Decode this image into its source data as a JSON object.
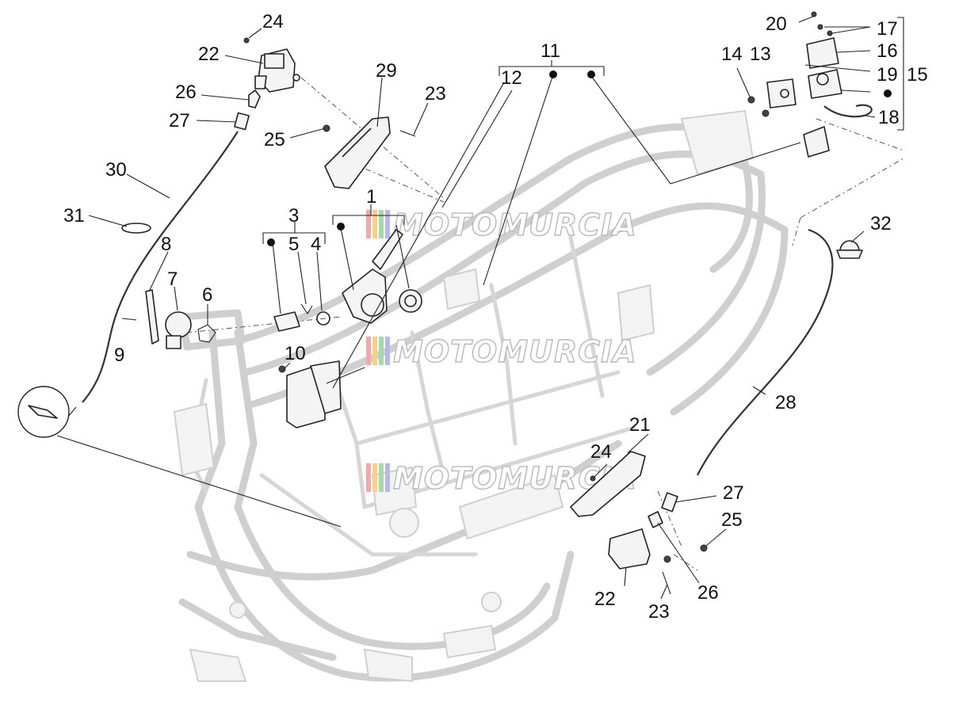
{
  "watermark": {
    "text": "MOTOMURCIA",
    "stripe_colors": [
      "#f4a7a7",
      "#f7d08a",
      "#a8d8a8",
      "#b8b8e8"
    ]
  },
  "callouts": [
    {
      "id": "c24a",
      "label": "24"
    },
    {
      "id": "c22a",
      "label": "22"
    },
    {
      "id": "c26a",
      "label": "26"
    },
    {
      "id": "c27a",
      "label": "27"
    },
    {
      "id": "c30",
      "label": "30"
    },
    {
      "id": "c31",
      "label": "31"
    },
    {
      "id": "c29",
      "label": "29"
    },
    {
      "id": "c23a",
      "label": "23"
    },
    {
      "id": "c25a",
      "label": "25"
    },
    {
      "id": "c11",
      "label": "11"
    },
    {
      "id": "c12",
      "label": "12"
    },
    {
      "id": "c1",
      "label": "1"
    },
    {
      "id": "c3",
      "label": "3"
    },
    {
      "id": "c5",
      "label": "5"
    },
    {
      "id": "c4",
      "label": "4"
    },
    {
      "id": "c8",
      "label": "8"
    },
    {
      "id": "c7",
      "label": "7"
    },
    {
      "id": "c6",
      "label": "6"
    },
    {
      "id": "c9",
      "label": "9"
    },
    {
      "id": "c10",
      "label": "10"
    },
    {
      "id": "c20",
      "label": "20"
    },
    {
      "id": "c17",
      "label": "17"
    },
    {
      "id": "c14",
      "label": "14"
    },
    {
      "id": "c13",
      "label": "13"
    },
    {
      "id": "c16",
      "label": "16"
    },
    {
      "id": "c19",
      "label": "19"
    },
    {
      "id": "c15",
      "label": "15"
    },
    {
      "id": "c18",
      "label": "18"
    },
    {
      "id": "c32",
      "label": "32"
    },
    {
      "id": "c28",
      "label": "28"
    },
    {
      "id": "c21",
      "label": "21"
    },
    {
      "id": "c24b",
      "label": "24"
    },
    {
      "id": "c27b",
      "label": "27"
    },
    {
      "id": "c25b",
      "label": "25"
    },
    {
      "id": "c22b",
      "label": "22"
    },
    {
      "id": "c26b",
      "label": "26"
    },
    {
      "id": "c23b",
      "label": "23"
    }
  ]
}
